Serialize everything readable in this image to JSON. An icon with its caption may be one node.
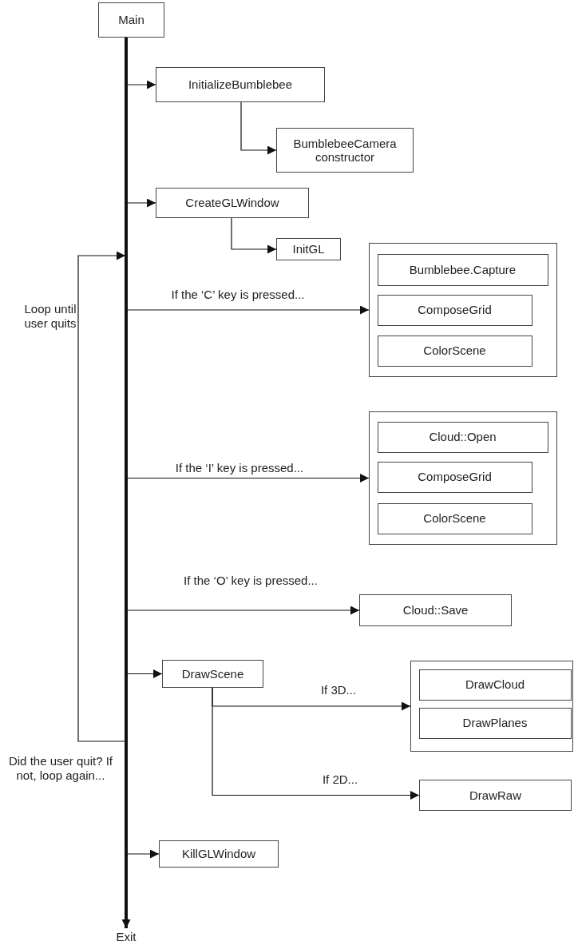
{
  "diagram": {
    "nodes": [
      {
        "text": [
          "Main"
        ]
      },
      {
        "text": [
          "InitializeBumblebee"
        ]
      },
      {
        "text": [
          "BumblebeeCamera constructor"
        ]
      },
      {
        "text": [
          "CreateGLWindow"
        ]
      },
      {
        "text": [
          "InitGL"
        ]
      },
      {
        "text": [],
        "shape": "box"
      },
      {
        "text": [
          "Bumblebee.Capture"
        ],
        "in": 5
      },
      {
        "text": [
          "ComposeGrid"
        ],
        "in": 5
      },
      {
        "text": [
          "ColorScene"
        ],
        "in": 5
      },
      {
        "text": [],
        "shape": "box"
      },
      {
        "text": [
          "Cloud::Open"
        ],
        "in": 9
      },
      {
        "text": [
          "ComposeGrid"
        ],
        "in": 9
      },
      {
        "text": [
          "ColorScene"
        ],
        "in": 9
      },
      {
        "text": [
          "Cloud::Save"
        ]
      },
      {
        "text": [
          "DrawScene"
        ]
      },
      {
        "text": [],
        "shape": "box"
      },
      {
        "text": [
          "DrawCloud"
        ],
        "in": 15
      },
      {
        "text": [
          "DrawPlanes"
        ],
        "in": 15
      },
      {
        "text": [
          "DrawRaw"
        ]
      },
      {
        "text": [
          "KillGLWindow"
        ]
      },
      {
        "text": [
          "Exit"
        ]
      }
    ],
    "edges": [
      {
        "from": 0,
        "to": 1,
        "arrow": "to"
      },
      {
        "from": 1,
        "to": 2,
        "arrow": "to"
      },
      {
        "from": 0,
        "to": 3,
        "arrow": "to"
      },
      {
        "from": 3,
        "to": 4,
        "arrow": "to"
      },
      {
        "from": 0,
        "to": 5,
        "arrow": "to",
        "label": "If the ‘C’ key is pressed..."
      },
      {
        "from": 0,
        "to": 9,
        "arrow": "to",
        "label": "If the ‘I’ key is pressed..."
      },
      {
        "from": 0,
        "to": 13,
        "arrow": "to",
        "label": "If the ‘O’ key is pressed..."
      },
      {
        "from": 0,
        "to": 14,
        "arrow": "to"
      },
      {
        "from": 14,
        "to": 15,
        "arrow": "to",
        "label": "If 3D..."
      },
      {
        "from": 14,
        "to": 18,
        "arrow": "to",
        "label": "If 2D..."
      },
      {
        "from": 0,
        "to": 19,
        "arrow": "to"
      },
      {
        "from": 0,
        "to": 20,
        "arrow": "to",
        "style": "thick"
      }
    ],
    "labels": [
      "Loop until user quits",
      "Did the user quit? If not, loop again..."
    ]
  }
}
